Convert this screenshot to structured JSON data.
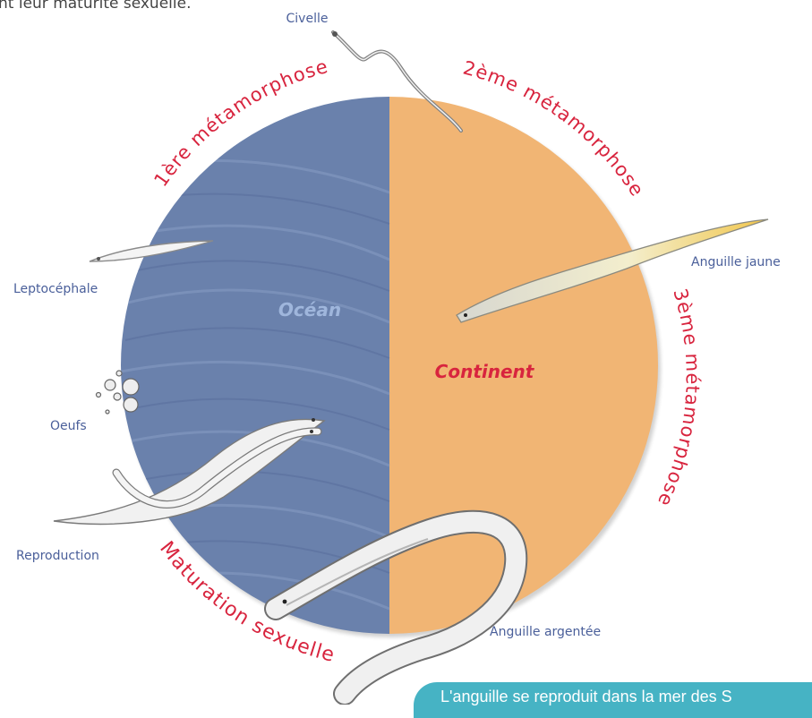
{
  "header_text": "nt leur maturité sexuelle.",
  "regions": {
    "ocean": "Océan",
    "continent": "Continent"
  },
  "stages": {
    "civelle": "Civelle",
    "anguille_jaune": "Anguille jaune",
    "leptocephale": "Leptocéphale",
    "oeufs": "Oeufs",
    "reproduction": "Reproduction",
    "anguille_argentee": "Anguille argentée"
  },
  "phases": {
    "premiere": "1ère métamorphose",
    "deuxieme": "2ème métamorphose",
    "troisieme": "3ème métamorphose",
    "maturation": "Maturation sexuelle"
  },
  "bottom_tab": "L'anguille se reproduit dans la mer des S",
  "colors": {
    "ocean": "#6a81ac",
    "continent": "#f1b574",
    "phase_text": "#d8243e",
    "stage_text": "#4a5f9a",
    "ocean_text": "#9fb6dc"
  }
}
